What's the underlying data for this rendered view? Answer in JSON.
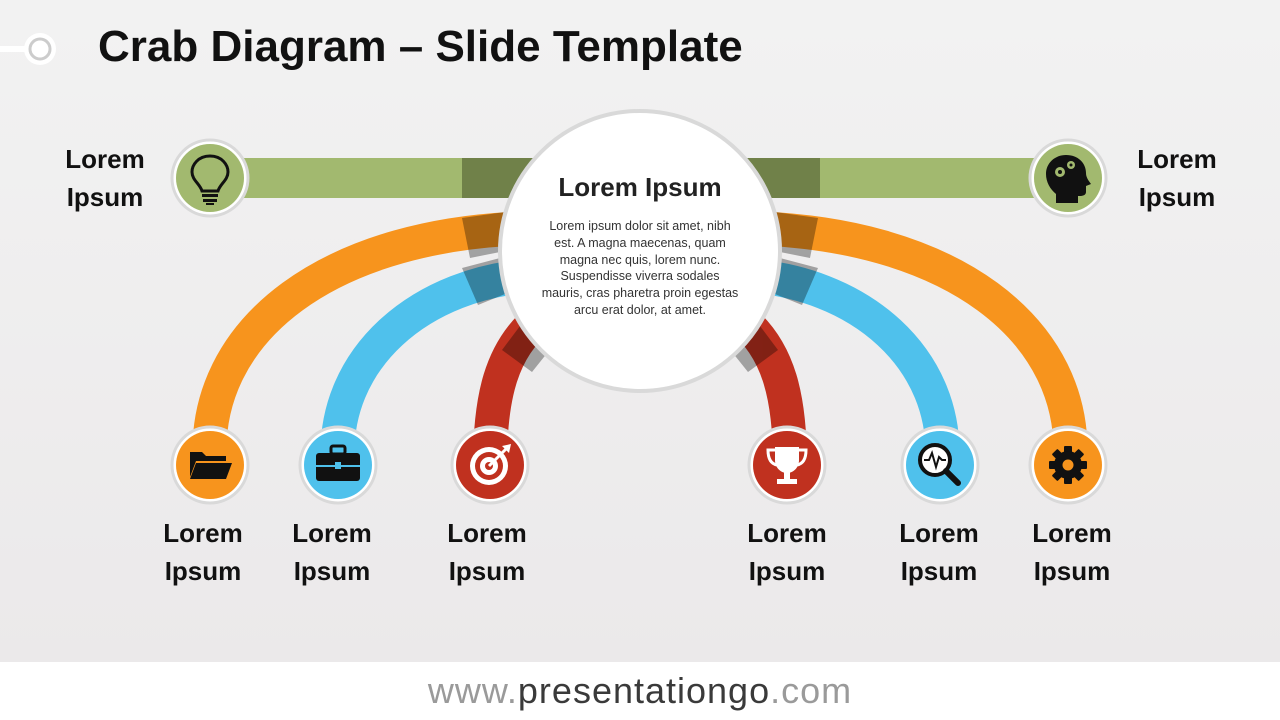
{
  "title": "Crab Diagram – Slide Template",
  "hub": {
    "title": "Lorem Ipsum",
    "text": "Lorem ipsum dolor sit amet, nibh est. A magna maecenas, quam magna nec quis, lorem nunc. Suspendisse viverra sodales mauris, cras pharetra proin egestas arcu erat dolor, at amet."
  },
  "top_nodes": [
    {
      "id": "left",
      "label_line1": "Lorem",
      "label_line2": "Ipsum",
      "icon": "lightbulb-icon",
      "color": "#a2b96f"
    },
    {
      "id": "right",
      "label_line1": "Lorem",
      "label_line2": "Ipsum",
      "icon": "head-gears-icon",
      "color": "#a2b96f"
    }
  ],
  "bottom_nodes": [
    {
      "label_line1": "Lorem",
      "label_line2": "Ipsum",
      "icon": "folder-icon",
      "color": "#f7941d"
    },
    {
      "label_line1": "Lorem",
      "label_line2": "Ipsum",
      "icon": "briefcase-icon",
      "color": "#4fc1ec"
    },
    {
      "label_line1": "Lorem",
      "label_line2": "Ipsum",
      "icon": "target-icon",
      "color": "#c0311f"
    },
    {
      "label_line1": "Lorem",
      "label_line2": "Ipsum",
      "icon": "trophy-icon",
      "color": "#c0311f"
    },
    {
      "label_line1": "Lorem",
      "label_line2": "Ipsum",
      "icon": "magnifier-pulse-icon",
      "color": "#4fc1ec"
    },
    {
      "label_line1": "Lorem",
      "label_line2": "Ipsum",
      "icon": "gear-icon",
      "color": "#f7941d"
    }
  ],
  "colors": {
    "green": "#a2b96f",
    "orange": "#f7941d",
    "blue": "#4fc1ec",
    "red": "#c0311f",
    "hub_fill": "#ffffff",
    "hub_border": "#d9d9d9"
  },
  "footer": {
    "www": "www.",
    "brand": "presentationgo",
    "com": ".com"
  }
}
